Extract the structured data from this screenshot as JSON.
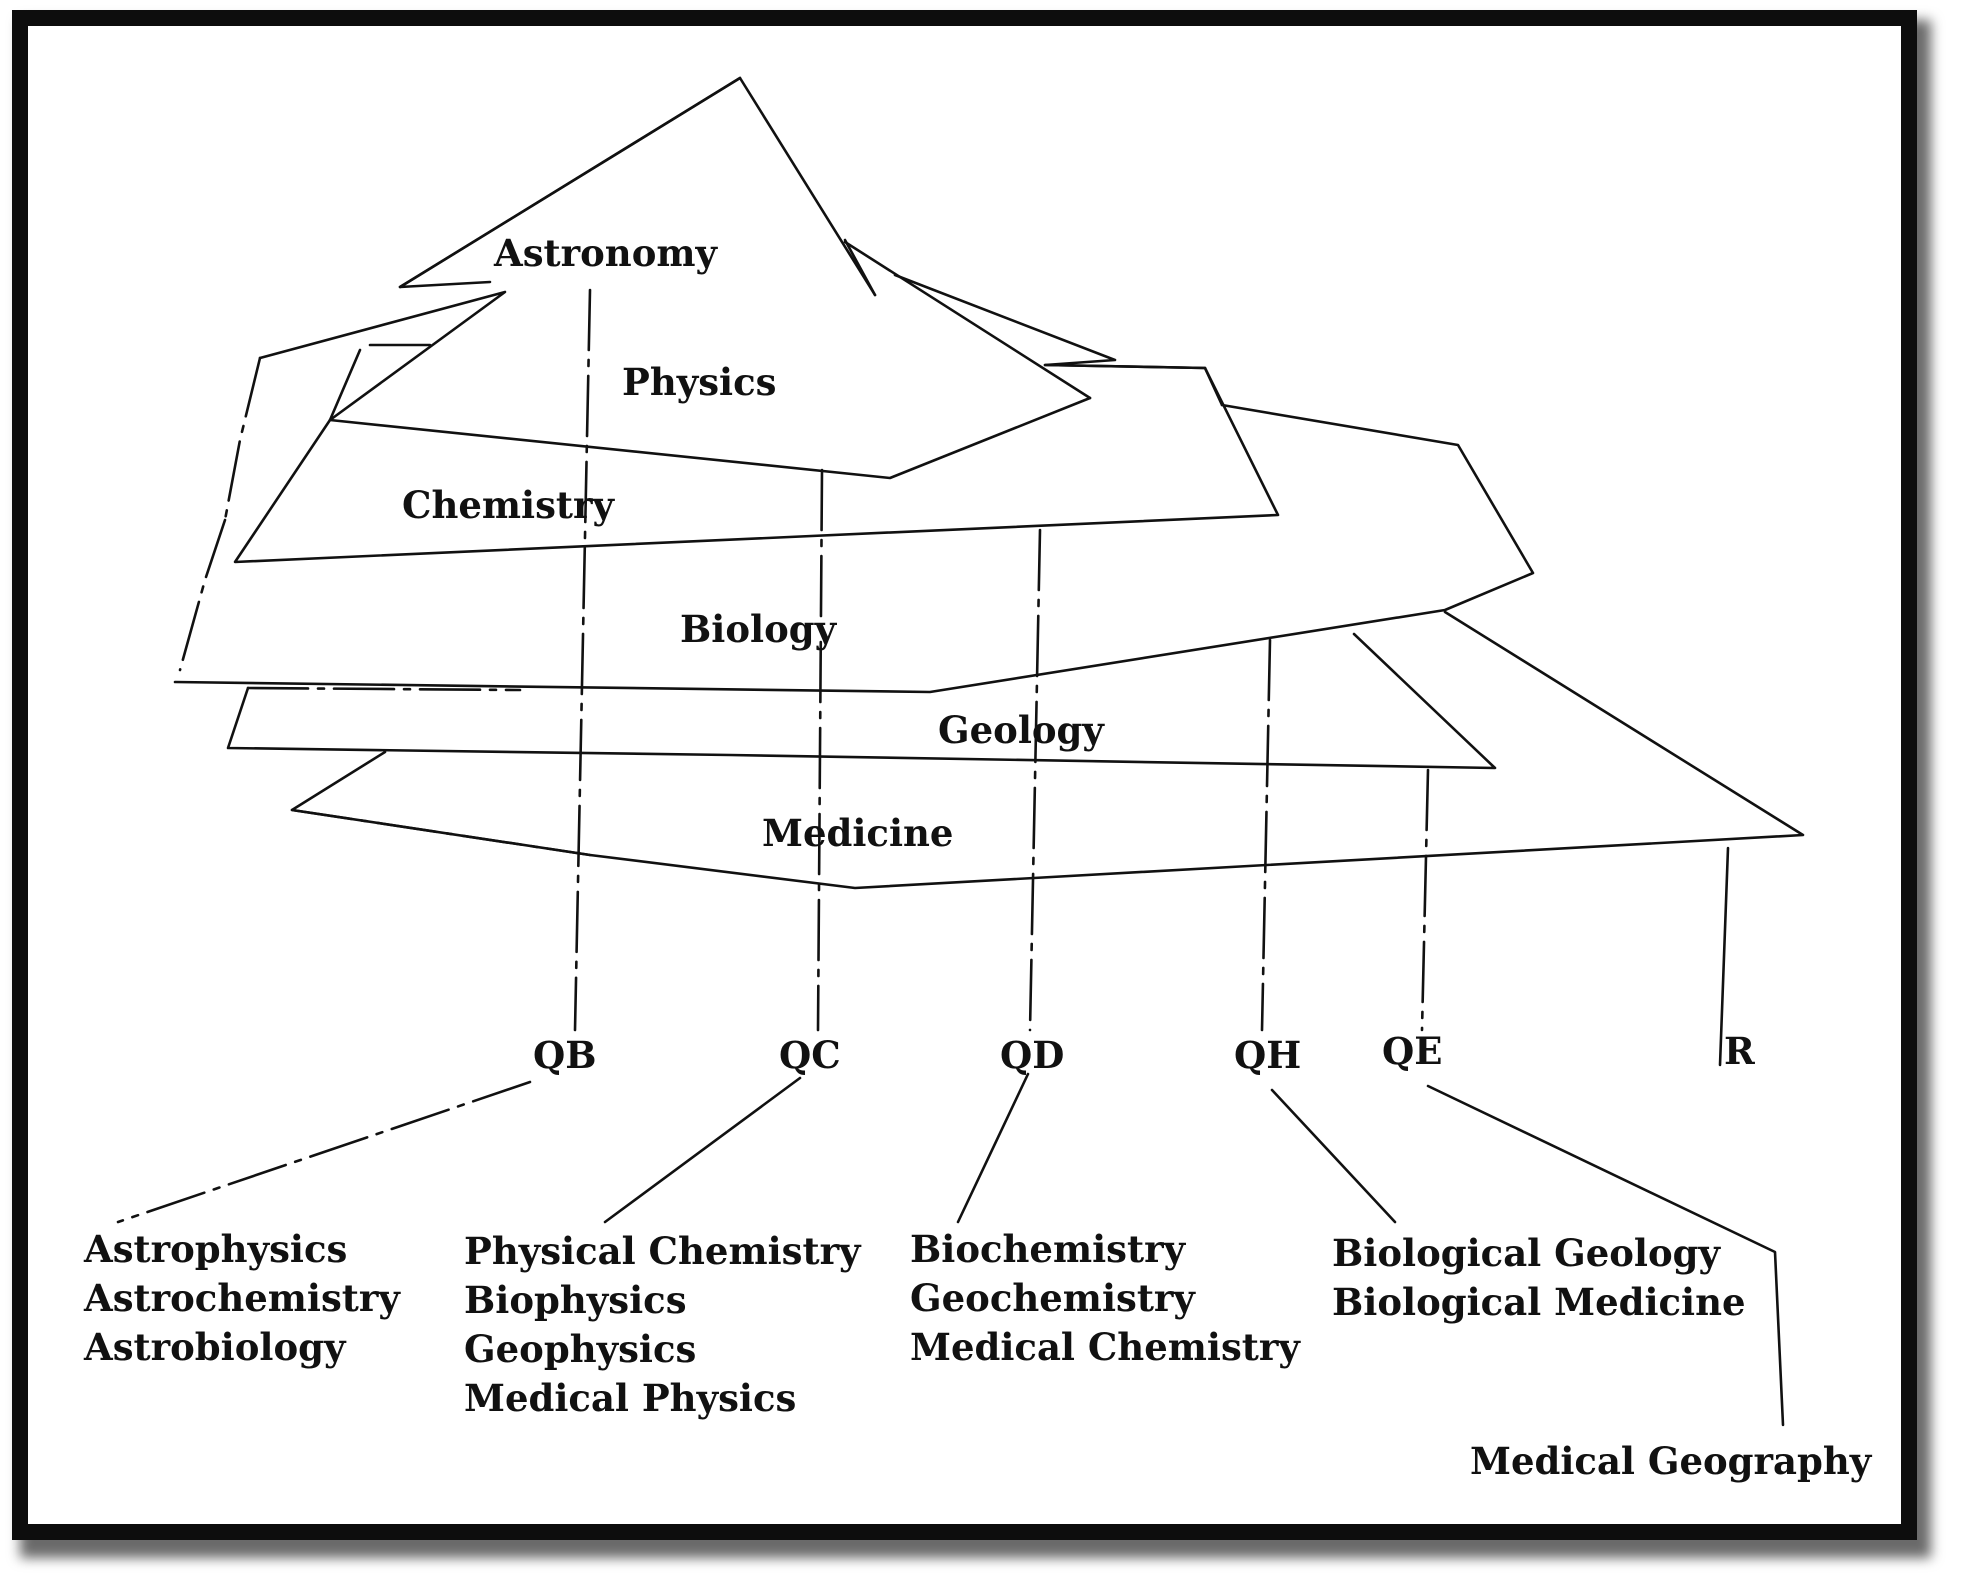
{
  "layers": [
    {
      "id": "astronomy",
      "label": "Astronomy"
    },
    {
      "id": "physics",
      "label": "Physics"
    },
    {
      "id": "chemistry",
      "label": "Chemistry"
    },
    {
      "id": "biology",
      "label": "Biology"
    },
    {
      "id": "geology",
      "label": "Geology"
    },
    {
      "id": "medicine",
      "label": "Medicine"
    }
  ],
  "codes": [
    {
      "id": "qb",
      "label": "QB"
    },
    {
      "id": "qc",
      "label": "QC"
    },
    {
      "id": "qd",
      "label": "QD"
    },
    {
      "id": "qh",
      "label": "QH"
    },
    {
      "id": "qe",
      "label": "QE"
    },
    {
      "id": "r",
      "label": "R"
    }
  ],
  "groups": [
    {
      "code": "QB",
      "items": [
        "Astrophysics",
        "Astrochemistry",
        "Astrobiology"
      ]
    },
    {
      "code": "QC",
      "items": [
        "Physical Chemistry",
        "Biophysics",
        "Geophysics",
        "Medical Physics"
      ]
    },
    {
      "code": "QD",
      "items": [
        "Biochemistry",
        "Geochemistry",
        "Medical Chemistry"
      ]
    },
    {
      "code": "QH",
      "items": [
        "Biological Geology",
        "Biological Medicine"
      ]
    },
    {
      "code": "QE",
      "items": [
        "Medical Geography"
      ]
    }
  ],
  "colors": {
    "ink": "#111111",
    "frame": "#0d0d0d",
    "background": "#ffffff"
  }
}
